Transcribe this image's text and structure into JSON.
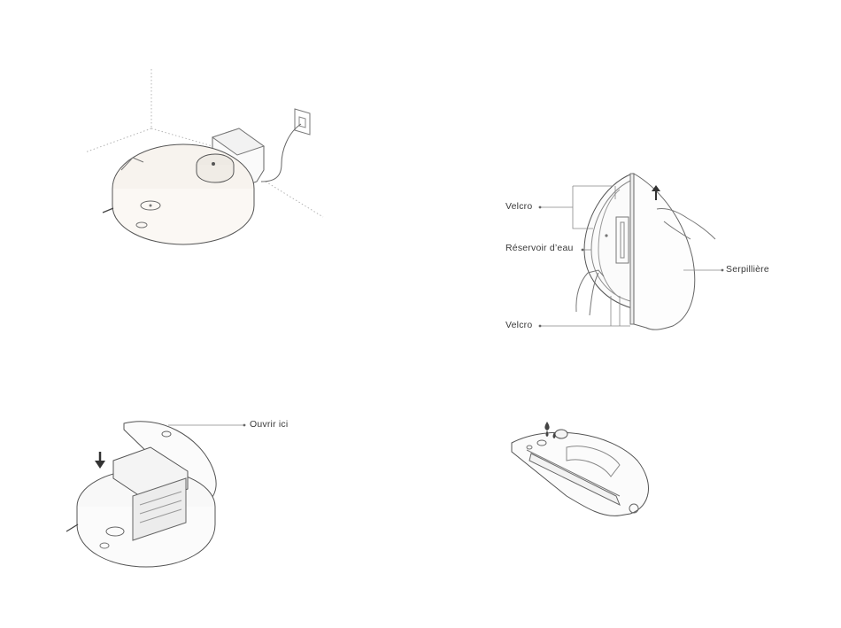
{
  "labels": {
    "velcro_top": "Velcro",
    "water_tank": "Réservoir d’eau",
    "velcro_bottom": "Velcro",
    "mop": "Serpillière",
    "open_here": "Ouvrir ici"
  }
}
